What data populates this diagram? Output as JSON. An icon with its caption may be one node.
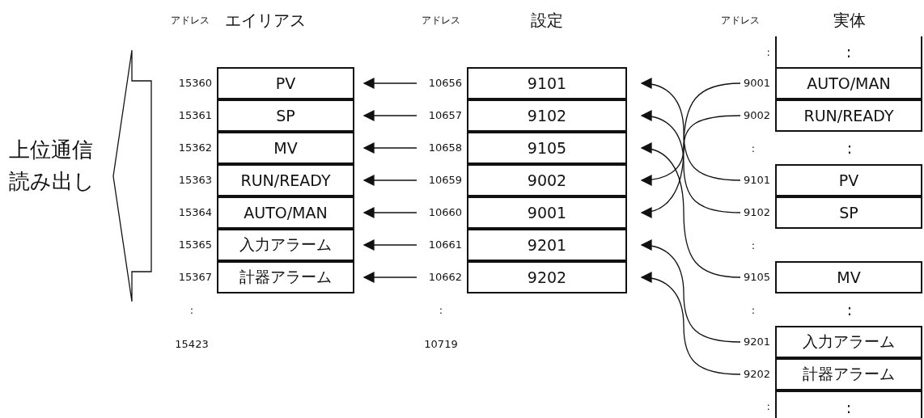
{
  "diagram": {
    "nodes": [
      {
        "text": [
          "PV"
        ],
        "beside": [
          "15360"
        ]
      },
      {
        "text": [
          "SP"
        ],
        "beside": [
          "15361"
        ]
      },
      {
        "text": [
          "MV"
        ],
        "beside": [
          "15362"
        ]
      },
      {
        "text": [
          "RUN/READY"
        ],
        "beside": [
          "15363"
        ]
      },
      {
        "text": [
          "AUTO/MAN"
        ],
        "beside": [
          "15364"
        ]
      },
      {
        "text": [
          "入力アラーム"
        ],
        "beside": [
          "15365"
        ]
      },
      {
        "text": [
          "計器アラーム"
        ],
        "beside": [
          "15367"
        ]
      },
      {
        "text": [
          "9101"
        ],
        "beside": [
          "10656"
        ]
      },
      {
        "text": [
          "9102"
        ],
        "beside": [
          "10657"
        ]
      },
      {
        "text": [
          "9105"
        ],
        "beside": [
          "10658"
        ]
      },
      {
        "text": [
          "9002"
        ],
        "beside": [
          "10659"
        ]
      },
      {
        "text": [
          "9001"
        ],
        "beside": [
          "10660"
        ]
      },
      {
        "text": [
          "9201"
        ],
        "beside": [
          "10661"
        ]
      },
      {
        "text": [
          "9202"
        ],
        "beside": [
          "10662"
        ]
      },
      {
        "text": [
          ":"
        ],
        "beside": [
          ":"
        ]
      },
      {
        "text": [
          "AUTO/MAN"
        ],
        "beside": [
          "9001"
        ]
      },
      {
        "text": [
          "RUN/READY"
        ],
        "beside": [
          "9002"
        ]
      },
      {
        "text": [
          "PV"
        ],
        "beside": [
          "9101"
        ]
      },
      {
        "text": [
          "SP"
        ],
        "beside": [
          "9102"
        ]
      },
      {
        "text": [
          "MV"
        ],
        "beside": [
          "9105"
        ]
      },
      {
        "text": [
          "入力アラーム"
        ],
        "beside": [
          "9201"
        ]
      },
      {
        "text": [
          "計器アラーム"
        ],
        "beside": [
          "9202"
        ]
      },
      {
        "text": [
          ":"
        ],
        "beside": [
          ":"
        ]
      }
    ],
    "edges": [
      {
        "from": 7,
        "to": 0,
        "arrow": "to"
      },
      {
        "from": 8,
        "to": 1,
        "arrow": "to"
      },
      {
        "from": 9,
        "to": 2,
        "arrow": "to"
      },
      {
        "from": 10,
        "to": 3,
        "arrow": "to"
      },
      {
        "from": 11,
        "to": 4,
        "arrow": "to"
      },
      {
        "from": 12,
        "to": 5,
        "arrow": "to"
      },
      {
        "from": 13,
        "to": 6,
        "arrow": "to"
      },
      {
        "from": 15,
        "to": 11,
        "arrow": "to"
      },
      {
        "from": 16,
        "to": 10,
        "arrow": "to"
      },
      {
        "from": 17,
        "to": 7,
        "arrow": "to"
      },
      {
        "from": 18,
        "to": 8,
        "arrow": "to"
      },
      {
        "from": 19,
        "to": 9,
        "arrow": "to"
      },
      {
        "from": 20,
        "to": 12,
        "arrow": "to"
      },
      {
        "from": 21,
        "to": 13,
        "arrow": "to"
      }
    ],
    "labels": [
      "アドレス",
      "エイリアス",
      "アドレス",
      "設定",
      "アドレス",
      "実体",
      "上位通信読み出し",
      ":",
      ":",
      ":",
      ":",
      ":",
      ":",
      ":",
      "15423",
      "10719"
    ]
  }
}
